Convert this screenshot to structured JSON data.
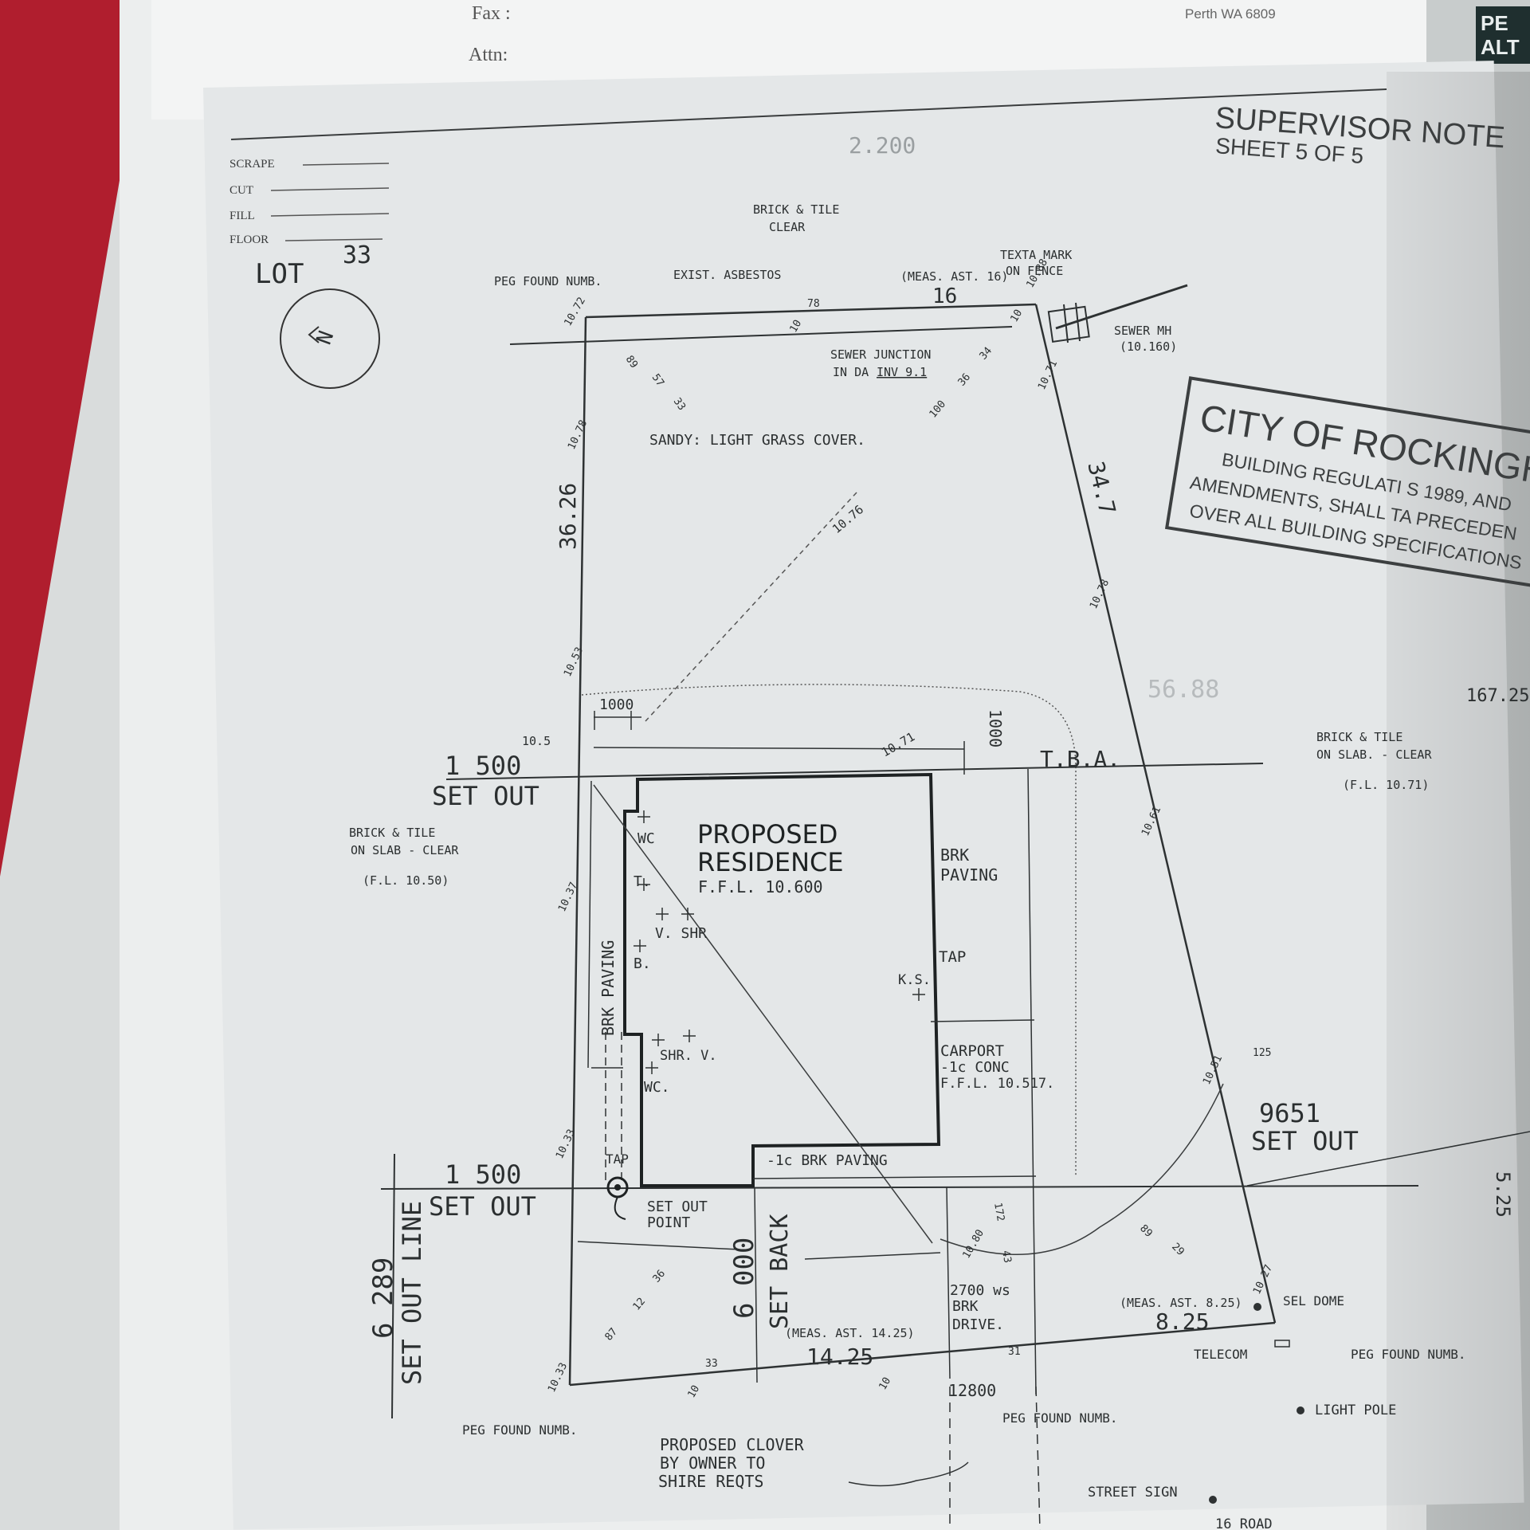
{
  "fax": {
    "fax_label": "Fax :",
    "attn_label": "Attn:",
    "address": "Perth WA 6809"
  },
  "corner_tag": {
    "line1": "PE",
    "line2": "ALT"
  },
  "sheet": {
    "title": "SUPERVISOR NOTE",
    "subtitle": "SHEET 5 OF 5",
    "scribble": "2.200"
  },
  "form": {
    "scrape": "SCRAPE",
    "cut": "CUT",
    "fill": "FILL",
    "floor": "FLOOR"
  },
  "lot": {
    "label": "LOT",
    "number": "33"
  },
  "north_arrow": {
    "symbol": "N"
  },
  "stamp": {
    "line1": "CITY OF ROCKINGHA",
    "line2": "BUILDING REGULATI  S 1989, AND",
    "line3": "AMENDMENTS, SHALL TA  PRECEDEN",
    "line4": "OVER ALL BUILDING SPECIFICATIONS"
  },
  "labels": {
    "brick_tile_top": "BRICK & TILE",
    "clear": "CLEAR",
    "peg_found_top": "PEG FOUND NUMB.",
    "exist_asbestos": "EXIST. ASBESTOS",
    "meas_16": "(MEAS. AST. 16)",
    "texta_mark": "TEXTA MARK",
    "on_fence": "ON FENCE",
    "sewer_mh": "SEWER MH",
    "sewer_mh_level": "(10.160)",
    "sewer_junction": "SEWER JUNCTION",
    "in_da": "IN DA",
    "inv": "INV 9.1",
    "sandy": "SANDY: LIGHT GRASS COVER.",
    "brick_tile_left": "BRICK & TILE",
    "on_slab_left": "ON SLAB - CLEAR",
    "fl_left": "(F.L. 10.50)",
    "brick_tile_right": "BRICK & TILE",
    "on_slab_right": "ON SLAB. - CLEAR",
    "fl_right": "(F.L. 10.71)",
    "proposed": "PROPOSED",
    "residence": "RESIDENCE",
    "ffl_house": "F.F.L. 10.600",
    "brk": "BRK",
    "paving": "PAVING",
    "brk_paving_side": "BRK PAVING",
    "tap_right": "TAP",
    "ks": "K.S.",
    "carport": "CARPORT",
    "conc": "-1c CONC",
    "ffl_carport": "F.F.L. 10.517.",
    "brk_paving_front": "-1c BRK PAVING",
    "wc_top": "WC",
    "t": "T.",
    "v_shr": "V.   SHR",
    "b": "B.",
    "shr_v": "SHR. V.",
    "wc_bottom": "WC.",
    "tap_left": "TAP",
    "set_out_point": "SET OUT",
    "set_out_point2": "POINT",
    "tba": "T.B.A.",
    "set_out": "SET OUT",
    "set_out_line": "SET OUT LINE",
    "set_back": "SET BACK",
    "brk_drive1": "2700 ws",
    "brk_drive2": "BRK",
    "brk_drive3": "DRIVE.",
    "meas_1425": "(MEAS. AST. 14.25)",
    "meas_825": "(MEAS. AST. 8.25)",
    "peg_bottom_left": "PEG FOUND NUMB.",
    "peg_bottom_mid": "PEG FOUND NUMB.",
    "peg_bottom_right": "PEG FOUND NUMB.",
    "telecom": "TELECOM",
    "sel_dome": "SEL DOME",
    "light_pole": "LIGHT POLE",
    "street_sign": "STREET SIGN",
    "road": "16 ROAD",
    "proposed_clover1": "PROPOSED CLOVER",
    "proposed_clover2": "BY OWNER TO",
    "proposed_clover3": "SHIRE REQTS"
  },
  "dims": {
    "d1500_top": "1 500",
    "d1500_bottom": "1 500",
    "d9651": "9651",
    "d6289": "6 289",
    "d6000": "6 000",
    "d36_26": "36.26",
    "d34_7": "34.7",
    "d16": "16",
    "d14_25": "14.25",
    "d8_25": "8.25",
    "d1000_a": "1000",
    "d1000_b": "1000",
    "d12800": "12800",
    "d10_5": "10.5",
    "d10_71": "10.71",
    "d10_76": "10.76",
    "d167": "167.25",
    "d5_25": "5.25",
    "faint": "56.88"
  },
  "levels": {
    "tl": "10.72",
    "t78": "78",
    "t10": "10",
    "t10b": "10",
    "t88": "10.88",
    "l78": "10.78",
    "l53": "10.53",
    "l37": "10.37",
    "l33": "10.33",
    "r71": "10.71",
    "r78": "10.78",
    "r61": "10.61",
    "r51": "10.51",
    "r125": "125",
    "r27": "10.27",
    "b33": "10.33",
    "b_33": "33",
    "b10": "10",
    "b10b": "10",
    "b31": "31",
    "d172": "172",
    "d43": "43",
    "d1080": "10.80",
    "s89": "89",
    "s57": "57",
    "s33": "33",
    "s34": "34",
    "s36": "36",
    "s100": "100",
    "f36": "36",
    "f12": "12",
    "f87": "87",
    "e89": "89",
    "e29": "29"
  }
}
